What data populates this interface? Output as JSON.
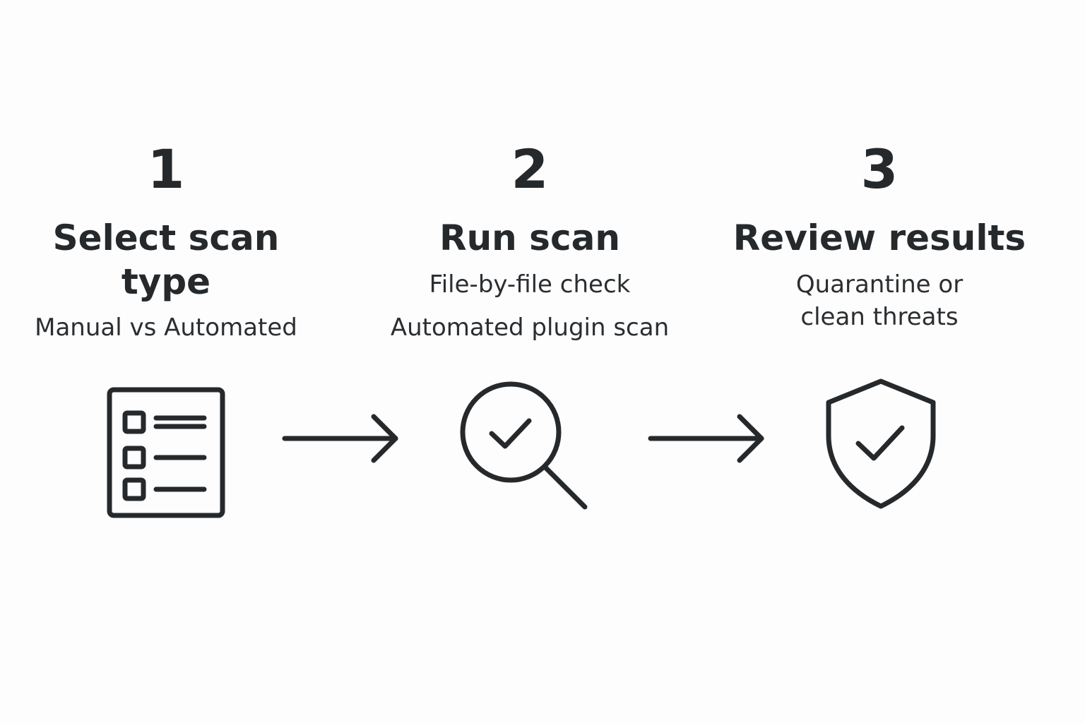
{
  "steps": [
    {
      "number": "1",
      "title_lines": [
        "Select scan",
        "type"
      ],
      "descriptions": [
        "Manual vs Automated"
      ],
      "icon": "checklist-icon"
    },
    {
      "number": "2",
      "title_lines": [
        "Run scan"
      ],
      "descriptions": [
        "File-by-file check",
        "Automated plugin scan"
      ],
      "icon": "magnifier-check-icon"
    },
    {
      "number": "3",
      "title_lines": [
        "Review results"
      ],
      "descriptions": [
        "Quarantine or\nclean threats"
      ],
      "icon": "shield-check-icon"
    }
  ],
  "connectors": [
    "right-arrow-icon",
    "right-arrow-icon"
  ],
  "colors": {
    "ink": "#26292c",
    "background": "#fdfdfd"
  }
}
